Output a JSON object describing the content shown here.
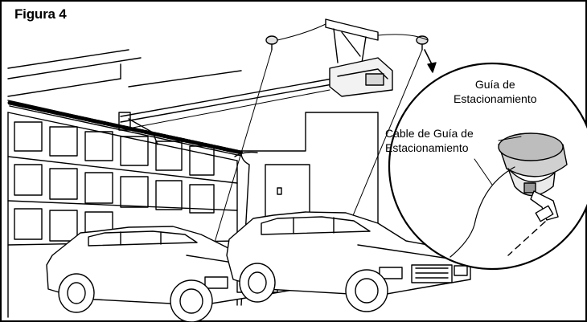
{
  "figure": {
    "title": "Figura 4",
    "callouts": {
      "guide_line1": "Guía de",
      "guide_line2": "Estacionamiento",
      "cable_line1": "Cable de Guía de",
      "cable_line2": "Estacionamiento"
    }
  }
}
